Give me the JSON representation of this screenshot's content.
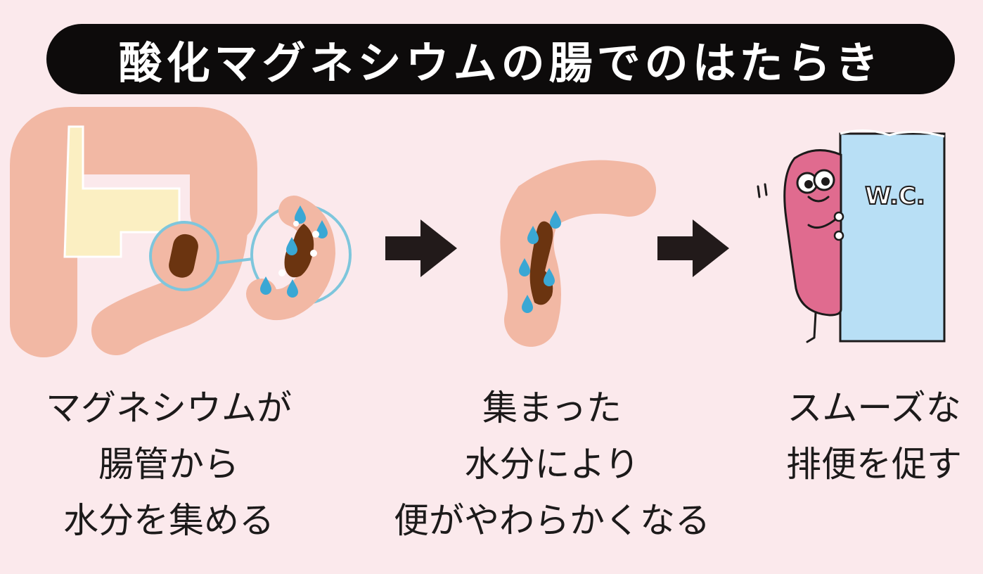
{
  "title": "酸化マグネシウムの腸でのはたらき",
  "steps": [
    {
      "lines": [
        "マグネシウムが",
        "腸管から",
        "水分を集める"
      ]
    },
    {
      "lines": [
        "集まった",
        "水分により",
        "便がやわらかくなる"
      ]
    },
    {
      "lines": [
        "スムーズな",
        "排便を促す"
      ]
    }
  ],
  "door_sign": "W.C.",
  "colors": {
    "background": "#fbe9ec",
    "intestine": "#f2b8a4",
    "small_intestine": "#fbefc2",
    "stool": "#6b3410",
    "water": "#3aa7d4",
    "lens": "#7ec6dc",
    "arrow": "#221a1a",
    "character": "#e06b8f",
    "door": "#b8dff5"
  }
}
